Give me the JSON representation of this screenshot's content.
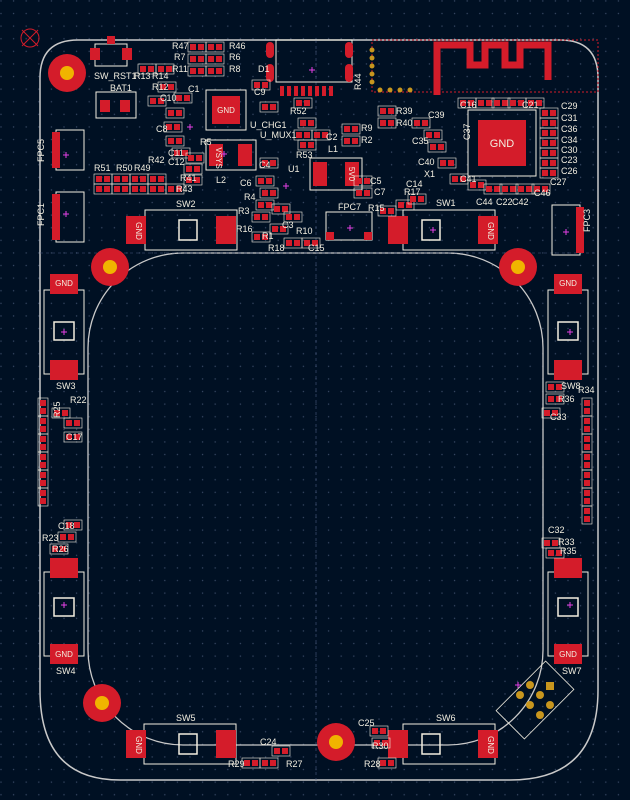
{
  "board": {
    "background": "#001023",
    "outline_color": "#c9c9c9",
    "pad_color": "#d41c2a",
    "silk_color": "#f2eee0",
    "copper_color": "#c8961e",
    "marker_color": "#e640e6"
  },
  "labels": {
    "SW_RST1": "SW_RST1",
    "BAT1": "BAT1",
    "R13": "R13",
    "R14": "R14",
    "R47": "R47",
    "R46": "R46",
    "R7": "R7",
    "R6": "R6",
    "R11": "R11",
    "R8": "R8",
    "D1": "D1",
    "R44": "R44",
    "R12": "R12",
    "C1": "C1",
    "C10": "C10",
    "C9": "C9",
    "C8": "C8",
    "R5": "R5",
    "C11": "C11",
    "C12": "C12",
    "R42": "R42",
    "R41": "R41",
    "R43": "R43",
    "R51": "R51",
    "R50": "R50",
    "R49": "R49",
    "U_CHG1": "U_CHG1",
    "U_MUX1": "U_MUX1",
    "R52": "R52",
    "R53": "R53",
    "L2": "L2",
    "L1": "L1",
    "C4": "C4",
    "C6": "C6",
    "R4": "R4",
    "R3": "R3",
    "R1": "R1",
    "C3": "C3",
    "R10": "R10",
    "R16": "R16",
    "R18": "R18",
    "C15": "C15",
    "U1": "U1",
    "C2": "C2",
    "R9": "R9",
    "R2": "R2",
    "C5": "C5",
    "C7": "C7",
    "FPC7": "FPC7",
    "R15": "R15",
    "R17": "R17",
    "C14": "C14",
    "SW1": "SW1",
    "SW2": "SW2",
    "R39": "R39",
    "R40": "R40",
    "C39": "C39",
    "C35": "C35",
    "C16": "C16",
    "C21": "C21",
    "C29": "C29",
    "C31": "C31",
    "C36": "C36",
    "C34": "C34",
    "C30": "C30",
    "C23": "C23",
    "C26": "C26",
    "C27": "C27",
    "C40": "C40",
    "X1": "X1",
    "C41": "C41",
    "C44": "C44",
    "C22": "C22",
    "C42": "C42",
    "C46": "C46",
    "C37": "C37",
    "FPC5": "FPC5",
    "FPC1": "FPC1",
    "FPC3": "FPC3",
    "SW3": "SW3",
    "SW4": "SW4",
    "SW5": "SW5",
    "SW6": "SW6",
    "SW7": "SW7",
    "SW8": "SW8",
    "R22": "R22",
    "R25": "R25",
    "C17": "C17",
    "C18": "C18",
    "R23": "R23",
    "R26": "R26",
    "R34": "R34",
    "R36": "R36",
    "C33": "C33",
    "C32": "C32",
    "R33": "R33",
    "R35": "R35",
    "C24": "C24",
    "R29": "R29",
    "R27": "R27",
    "C25": "C25",
    "R30": "R30",
    "R28": "R28",
    "GND": "GND",
    "VSYS": "VSYS",
    "5V0": "5V0"
  },
  "icons": {
    "mounting_hole": "mounting-hole-icon",
    "origin_marker": "origin-marker-icon",
    "antenna": "antenna-trace-icon"
  }
}
